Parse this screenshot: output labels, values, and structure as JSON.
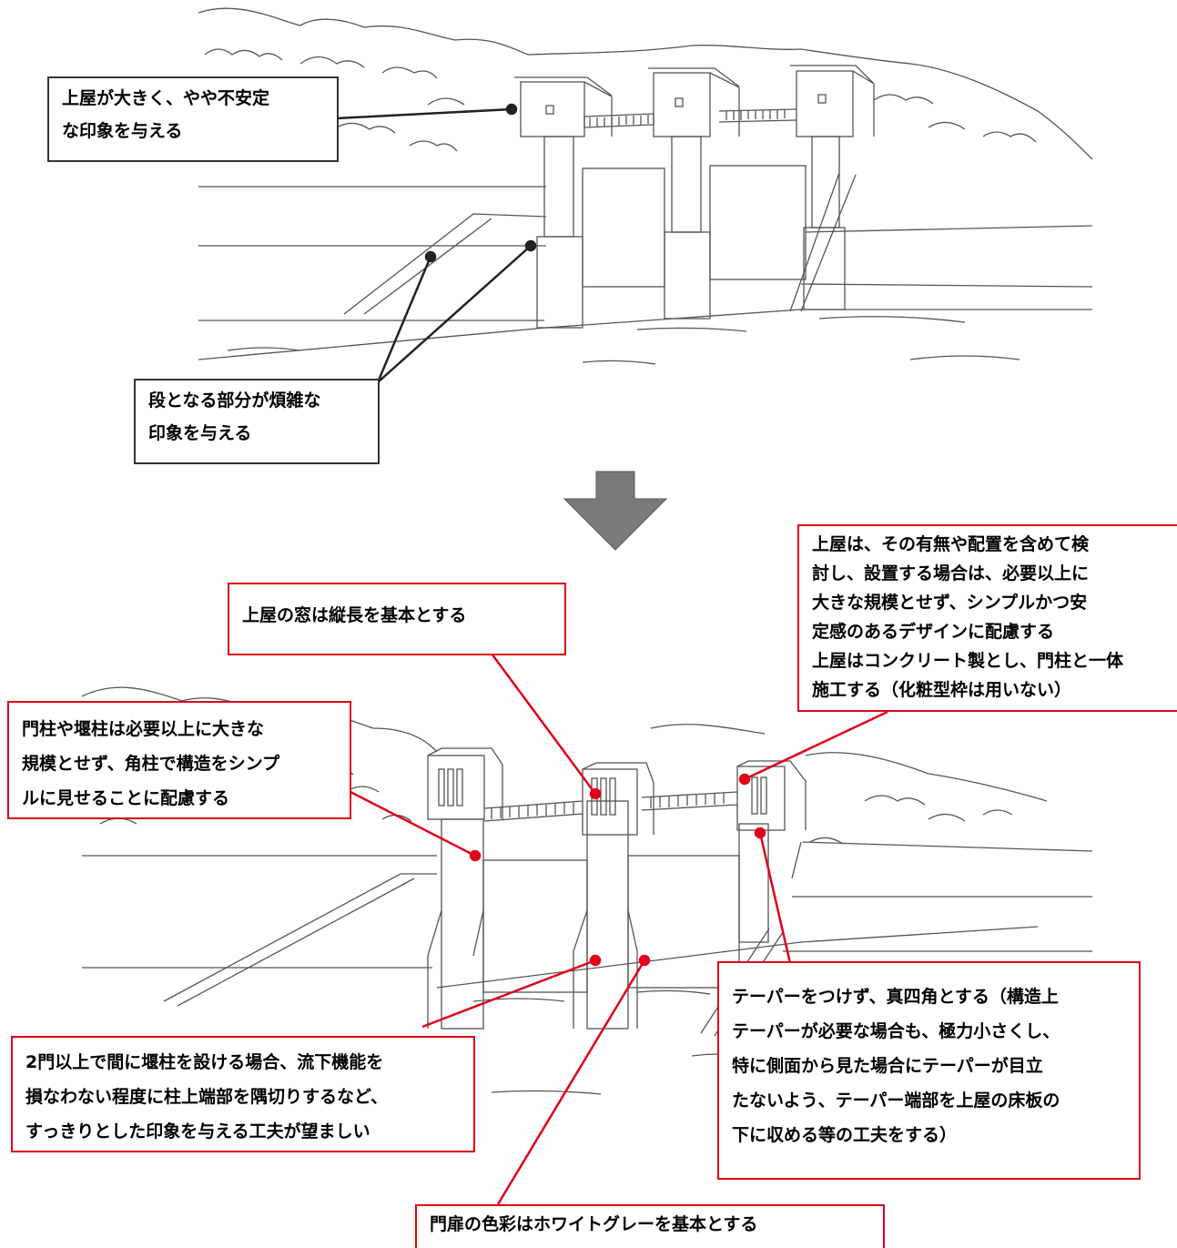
{
  "colors": {
    "before_annotation": "#333333",
    "after_annotation": "#e0001b",
    "arrow_fill": "#7a7a7a",
    "line_art": "#555555"
  },
  "before": {
    "annotations": [
      {
        "id": "roof-large",
        "lines": [
          "上屋が大きく、やや不安定",
          "な印象を与える"
        ]
      },
      {
        "id": "steps-complex",
        "lines": [
          "段となる部分が煩雑な",
          "印象を与える"
        ]
      }
    ]
  },
  "after": {
    "annotations": [
      {
        "id": "window-vertical",
        "lines": [
          "上屋の窓は縦長を基本とする"
        ]
      },
      {
        "id": "roof-design",
        "lines": [
          "上屋は、その有無や配置を含めて検",
          "討し、設置する場合は、必要以上に",
          "大きな規模とせず、シンプルかつ安",
          "定感のあるデザインに配慮する",
          "上屋はコンクリート製とし、門柱と一体",
          "施工する（化粧型枠は用いない）"
        ]
      },
      {
        "id": "pillars-simple",
        "lines": [
          "門柱や堰柱は必要以上に大きな",
          "規模とせず、角柱で構造をシンプ",
          "ルに見せることに配慮する"
        ]
      },
      {
        "id": "no-taper",
        "lines": [
          "テーパーをつけず、真四角とする（構造上",
          "テーパーが必要な場合も、極力小さくし、",
          "特に側面から見た場合にテーパーが目立",
          "たないよう、テーパー端部を上屋の床板の",
          "下に収める等の工夫をする）"
        ]
      },
      {
        "id": "chamfer",
        "lines": [
          "2門以上で間に堰柱を設ける場合、流下機能を",
          "損なわない程度に柱上端部を隅切りするなど、",
          "すっきりとした印象を与える工夫が望ましい"
        ]
      },
      {
        "id": "gate-color",
        "lines": [
          "門扉の色彩はホワイトグレーを基本とする"
        ]
      }
    ]
  }
}
